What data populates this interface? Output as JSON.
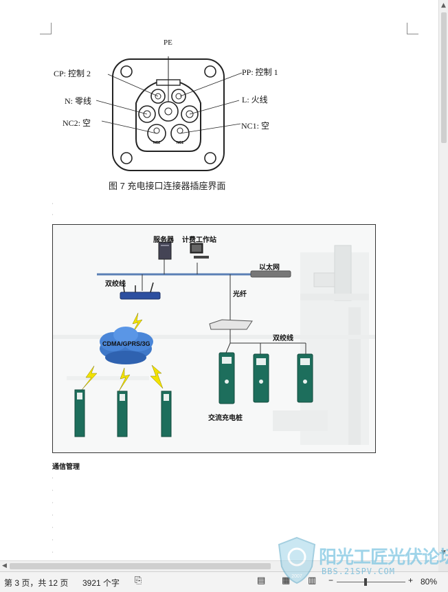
{
  "document": {
    "connector_labels": {
      "pe": "PE",
      "cp": "CP: 控制 2",
      "pp": "PP: 控制 1",
      "n": "N: 零线",
      "l": "L: 火线",
      "nc2": "NC2: 空",
      "nc1": "NC1: 空"
    },
    "pin_labels": {
      "nc2": "NC2",
      "nc1": "NC1"
    },
    "figure_caption": "图 7  充电接口连接器插座界面",
    "network": {
      "server": "服务器",
      "workstation": "计费工作站",
      "ethernet": "以太网",
      "twisted_pair_top": "双绞线",
      "fiber": "光纤",
      "twisted_pair_right": "双绞线",
      "cloud": "CDMA/GPRS/3G",
      "ac_pile": "交流充电桩"
    },
    "section_heading": "通信管理"
  },
  "status_bar": {
    "page": "第 3 页，共 12 页",
    "words": "3921 个字",
    "zoom": "80%"
  },
  "watermark": {
    "title": "阳光工匠光伏论坛",
    "url": "BBS.21SPV.COM",
    "year": "2007"
  },
  "colors": {
    "ethernet_line": "#5a7fb5",
    "charger_body": "#1d6e5c",
    "lightning": "#f2e200",
    "cloud_blue": "#3f78c8"
  }
}
